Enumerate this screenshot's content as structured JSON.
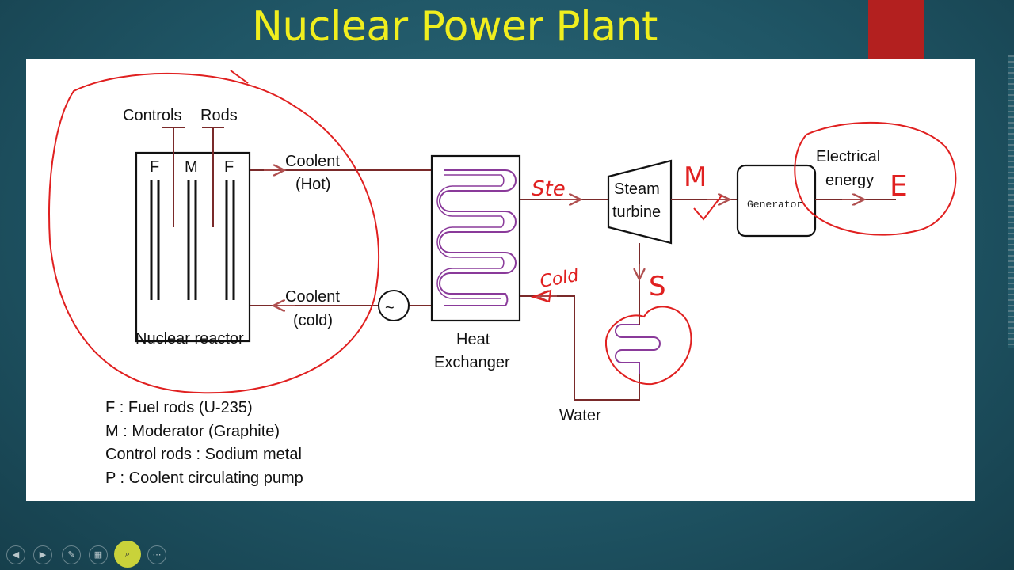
{
  "slide": {
    "title": "Nuclear Power Plant"
  },
  "diagram": {
    "controls_label": "Controls",
    "rods_label": "Rods",
    "rod_letters": [
      "F",
      "M",
      "F"
    ],
    "coolant_hot": [
      "Coolent",
      "(Hot)"
    ],
    "coolant_cold": [
      "Coolent",
      "(cold)"
    ],
    "pump_symbol": "~",
    "reactor_label": "Nuclear reactor",
    "heat_exchanger_label": [
      "Heat",
      "Exchanger"
    ],
    "turbine_label": [
      "Steam",
      "turbine"
    ],
    "generator_label": "Generator",
    "electrical_label": [
      "Electrical",
      "energy"
    ],
    "water_label": "Water"
  },
  "legend": [
    "F  :  Fuel rods (U-235)",
    "M  :  Moderator (Graphite)",
    "Control rods  :  Sodium metal",
    "P  :  Coolent circulating pump"
  ],
  "annotations": {
    "steam_mark": "Ste",
    "mechanical_mark": "M",
    "energy_mark": "E",
    "cold_mark": "Cold",
    "steam_down_mark": "S",
    "ink_color": "#e02020"
  },
  "player_controls": [
    "previous",
    "next",
    "pen",
    "slides",
    "zoom",
    "more"
  ]
}
